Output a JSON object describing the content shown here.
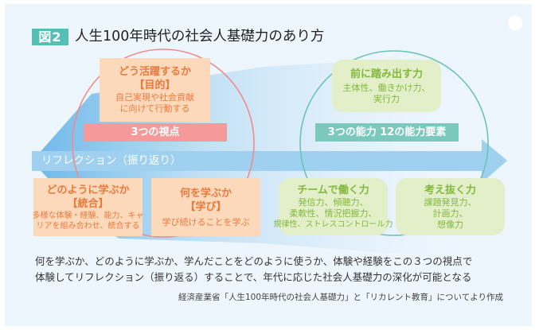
{
  "figure": {
    "badge": "図2",
    "title": "人生100年時代の社会人基礎力のあり方"
  },
  "arrow": {
    "label": "リフレクション（振り返り）"
  },
  "perspectives": {
    "label": "3つの視点",
    "items": [
      {
        "heading": "どう活躍するか",
        "tag": "【目的】",
        "lines": [
          "自己実現や社会貢献",
          "に向けて行動する"
        ]
      },
      {
        "heading": "どのように学ぶか",
        "tag": "【統合】",
        "lines": [
          "多様な体験・経験、能力、キャ",
          "リアを組み合わせ、統合する"
        ]
      },
      {
        "heading": "何を学ぶか",
        "tag": "【学び】",
        "lines": [
          "学び続けることを学ぶ"
        ]
      }
    ]
  },
  "abilities": {
    "label": "3つの能力 12の能力要素",
    "items": [
      {
        "heading": "前に踏み出す力",
        "lines": [
          "主体性、働きかけ力、",
          "実行力"
        ]
      },
      {
        "heading": "チームで働く力",
        "lines": [
          "発信力、傾聴力、",
          "柔軟性、情況把握力、",
          "規律性、ストレスコントロール力"
        ]
      },
      {
        "heading": "考え抜く力",
        "lines": [
          "課題発見力、",
          "計画力、",
          "想像力"
        ]
      }
    ]
  },
  "caption": {
    "line1": "何を学ぶか、どのように学ぶか、学んだことをどのように使うか、体験や経験をこの３つの視点で",
    "line2": "体験してリフレクション（振り返る）することで、年代に応じた社会人基礎力の深化が可能となる"
  },
  "source": "経済産業省「人生100年時代の社会人基礎力」と「リカレント教育」についてより作成",
  "colors": {
    "teal": "#55bfb3",
    "pink": "#f5999a",
    "orange_box": "#fdd9bc",
    "orange_text": "#ea7a3c",
    "green_box": "#e3efc9",
    "green_text": "#82b93c",
    "arrow_blue": "#9fd0f0",
    "panel": "#eef6fd"
  }
}
